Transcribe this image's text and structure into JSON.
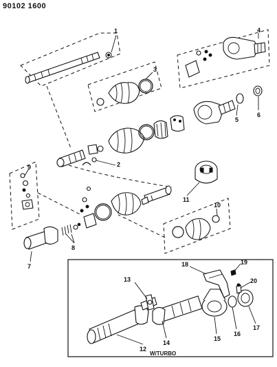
{
  "diagram": {
    "code": "90102 1600",
    "inset_caption": "W/TURBO",
    "callouts": {
      "c1": "1",
      "c2": "2",
      "c3": "3",
      "c4": "4",
      "c5": "5",
      "c6": "6",
      "c7": "7",
      "c8": "8",
      "c9": "9",
      "c10": "10",
      "c11": "11",
      "c12": "12",
      "c13": "13",
      "c14": "14",
      "c15": "15",
      "c16": "16",
      "c17": "17",
      "c18": "18",
      "c19": "19",
      "c20": "20"
    }
  }
}
